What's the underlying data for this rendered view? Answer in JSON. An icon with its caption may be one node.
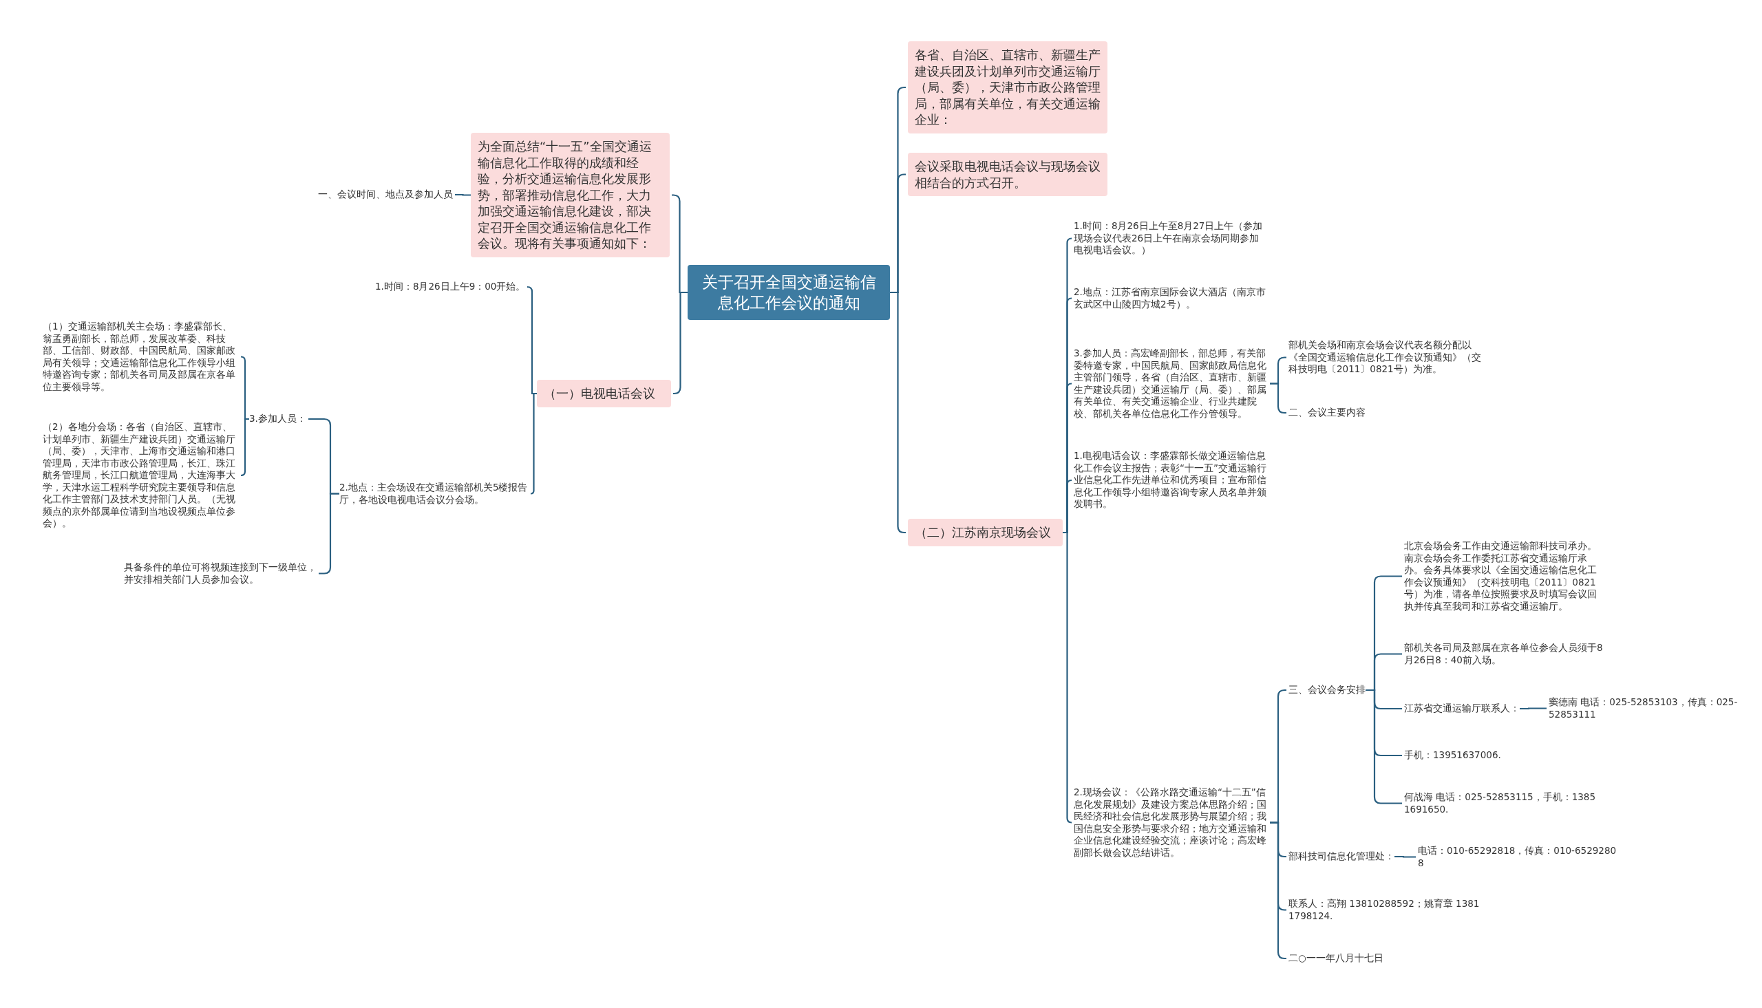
{
  "diagram": {
    "nodes": [
      {
        "text": [
          "关于召开全国交通运输信息化工作会议的通知"
        ]
      },
      {
        "text": [
          "为全面总结“十一五”全国交通运输信息化工作取得的成绩和经验，分析交通运输信息化发展形势，部署推动信息化工作，大力加强交通运输信息化建设，部决定召开全国交通运输信息化工作会议。现将有关事项通知如下："
        ]
      },
      {
        "text": [
          "一、会议时间、地点及参加人员"
        ]
      },
      {
        "text": [
          "（一）电视电话会议"
        ]
      },
      {
        "text": [
          "1.时间：8月26日上午9：00开始。"
        ]
      },
      {
        "text": [
          "2.地点：主会场设在交通运输部机关5楼报告厅，各地设电视电话会议分会场。"
        ]
      },
      {
        "text": [
          "3.参加人员："
        ]
      },
      {
        "text": [
          "（1）交通运输部机关主会场：李盛霖部长、翁孟勇副部长，部总师，发展改革委、科技部、工信部、财政部、中国民航局、国家邮政局有关领导；交通运输部信息化工作领导小组特邀咨询专家；部机关各司局及部属在京各单位主要领导等。"
        ]
      },
      {
        "text": [
          "（2）各地分会场：各省（自治区、直辖市、计划单列市、新疆生产建设兵团）交通运输厅（局、委），天津市、上海市交通运输和港口管理局，天津市市政公路管理局，长江、珠江航务管理局，长江口航道管理局，大连海事大学，天津水运工程科学研究院主要领导和信息化工作主管部门及技术支持部门人员。（无视频点的京外部属单位请到当地设视频点单位参会）。"
        ]
      },
      {
        "text": [
          "具备条件的单位可将视频连接到下一级单位，并安排相关部门人员参加会议。"
        ]
      },
      {
        "text": [
          "各省、自治区、直辖市、新疆生产建设兵团及计划单列市交通运输厅（局、委），天津市市政公路管理局，部属有关单位，有关交通运输企业："
        ]
      },
      {
        "text": [
          "会议采取电视电话会议与现场会议相结合的方式召开。"
        ]
      },
      {
        "text": [
          "（二）江苏南京现场会议"
        ]
      },
      {
        "text": [
          "1.时间：8月26日上午至8月27日上午（参加现场会议代表26日上午在南京会场同期参加电视电话会议。）"
        ]
      },
      {
        "text": [
          "2.地点：江苏省南京国际会议大酒店（南京市玄武区中山陵四方城2号）。"
        ]
      },
      {
        "text": [
          "3.参加人员：高宏峰副部长，部总师，有关部委特邀专家，中国民航局、国家邮政局信息化主管部门领导，各省（自治区、直辖市、新疆生产建设兵团）交通运输厅（局、委）、部属有关单位、有关交通运输企业、行业共建院校、部机关各单位信息化工作分管领导。"
        ]
      },
      {
        "text": [
          "部机关会场和南京会场会议代表名额分配以《全国交通运输信息化工作会议预通知》（交科技明电〔2011〕0821号）为准。"
        ]
      },
      {
        "text": [
          "二、会议主要内容"
        ]
      },
      {
        "text": [
          "1.电视电话会议：李盛霖部长做交通运输信息化工作会议主报告；表彰“十一五”交通运输行业信息化工作先进单位和优秀项目；宣布部信息化工作领导小组特邀咨询专家人员名单并颁发聘书。"
        ]
      },
      {
        "text": [
          "2.现场会议：《公路水路交通运输“十二五”信息化发展规划》及建设方案总体思路介绍；国民经济和社会信息化发展形势与展望介绍；我国信息安全形势与要求介绍；地方交通运输和企业信息化建设经验交流；座谈讨论；高宏峰副部长做会议总结讲话。"
        ]
      },
      {
        "text": [
          "三、会议会务安排"
        ]
      },
      {
        "text": [
          "北京会场会务工作由交通运输部科技司承办。南京会场会务工作委托江苏省交通运输厅承办。会务具体要求以《全国交通运输信息化工作会议预通知》（交科技明电〔2011〕0821号）为准，请各单位按照要求及时填写会议回执并传真至我司和江苏省交通运输厅。"
        ]
      },
      {
        "text": [
          "部机关各司局及部属在京各单位参会人员须于8月26日8：40前入场。"
        ]
      },
      {
        "text": [
          "江苏省交通运输厅联系人："
        ]
      },
      {
        "text": [
          "窦德南 电话：025-52853103，传真：025-52853111"
        ]
      },
      {
        "text": [
          "手机：13951637006."
        ]
      },
      {
        "text": [
          "何战海 电话：025-52853115，手机：13851691650."
        ]
      },
      {
        "text": [
          "部科技司信息化管理处："
        ]
      },
      {
        "text": [
          "电话：010-65292818，传真：010-65292808"
        ]
      },
      {
        "text": [
          "联系人：高翔 13810288592；姚育章 13811798124."
        ]
      },
      {
        "text": [
          "二○一一年八月十七日"
        ]
      }
    ],
    "edges": [
      {
        "from": 0,
        "to": 1,
        "arrow": "none"
      },
      {
        "from": 1,
        "to": 2,
        "arrow": "none"
      },
      {
        "from": 0,
        "to": 3,
        "arrow": "none"
      },
      {
        "from": 3,
        "to": 4,
        "arrow": "none"
      },
      {
        "from": 3,
        "to": 5,
        "arrow": "none"
      },
      {
        "from": 5,
        "to": 6,
        "arrow": "none"
      },
      {
        "from": 6,
        "to": 7,
        "arrow": "none"
      },
      {
        "from": 6,
        "to": 8,
        "arrow": "none"
      },
      {
        "from": 5,
        "to": 9,
        "arrow": "none"
      },
      {
        "from": 0,
        "to": 10,
        "arrow": "none"
      },
      {
        "from": 0,
        "to": 11,
        "arrow": "none"
      },
      {
        "from": 0,
        "to": 12,
        "arrow": "none"
      },
      {
        "from": 12,
        "to": 13,
        "arrow": "none"
      },
      {
        "from": 12,
        "to": 14,
        "arrow": "none"
      },
      {
        "from": 12,
        "to": 15,
        "arrow": "none"
      },
      {
        "from": 15,
        "to": 16,
        "arrow": "none"
      },
      {
        "from": 15,
        "to": 17,
        "arrow": "none"
      },
      {
        "from": 12,
        "to": 18,
        "arrow": "none"
      },
      {
        "from": 12,
        "to": 19,
        "arrow": "none"
      },
      {
        "from": 19,
        "to": 20,
        "arrow": "none"
      },
      {
        "from": 20,
        "to": 21,
        "arrow": "none"
      },
      {
        "from": 20,
        "to": 22,
        "arrow": "none"
      },
      {
        "from": 20,
        "to": 23,
        "arrow": "none"
      },
      {
        "from": 23,
        "to": 24,
        "arrow": "none"
      },
      {
        "from": 20,
        "to": 25,
        "arrow": "none"
      },
      {
        "from": 20,
        "to": 26,
        "arrow": "none"
      },
      {
        "from": 19,
        "to": 27,
        "arrow": "none"
      },
      {
        "from": 27,
        "to": 28,
        "arrow": "none"
      },
      {
        "from": 19,
        "to": 29,
        "arrow": "none"
      },
      {
        "from": 19,
        "to": 30,
        "arrow": "none"
      }
    ]
  }
}
